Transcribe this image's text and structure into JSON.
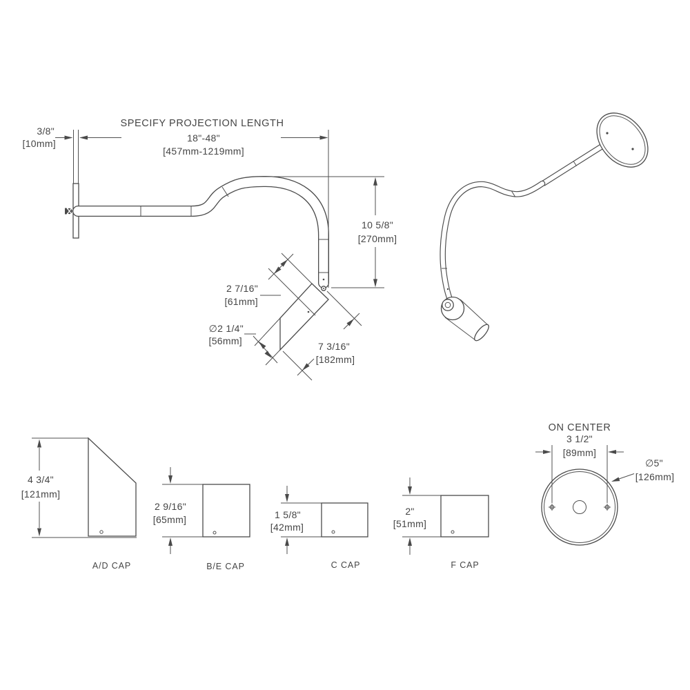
{
  "side_view": {
    "projection_title": "SPECIFY PROJECTION LENGTH",
    "projection_range_in": "18\"-48\"",
    "projection_range_mm": "[457mm-1219mm]",
    "plate_thickness_in": "3/8\"",
    "plate_thickness_mm": "[10mm]",
    "drop_in": "10 5/8\"",
    "drop_mm": "[270mm]",
    "knuckle_in": "2 7/16\"",
    "knuckle_mm": "[61mm]",
    "shade_dia_in": "∅2 1/4\"",
    "shade_dia_mm": "[56mm]",
    "head_len_in": "7 3/16\"",
    "head_len_mm": "[182mm]"
  },
  "caps": [
    {
      "name": "A/D CAP",
      "size_in": "4 3/4\"",
      "size_mm": "[121mm]"
    },
    {
      "name": "B/E CAP",
      "size_in": "2 9/16\"",
      "size_mm": "[65mm]"
    },
    {
      "name": "C CAP",
      "size_in": "1 5/8\"",
      "size_mm": "[42mm]"
    },
    {
      "name": "F CAP",
      "size_in": "2\"",
      "size_mm": "[51mm]"
    }
  ],
  "back_plate": {
    "title": "ON CENTER",
    "spacing_in": "3 1/2\"",
    "spacing_mm": "[89mm]",
    "dia_in": "∅5\"",
    "dia_mm": "[126mm]"
  },
  "colors": {
    "line": "#4a4a4a",
    "background": "#ffffff"
  }
}
